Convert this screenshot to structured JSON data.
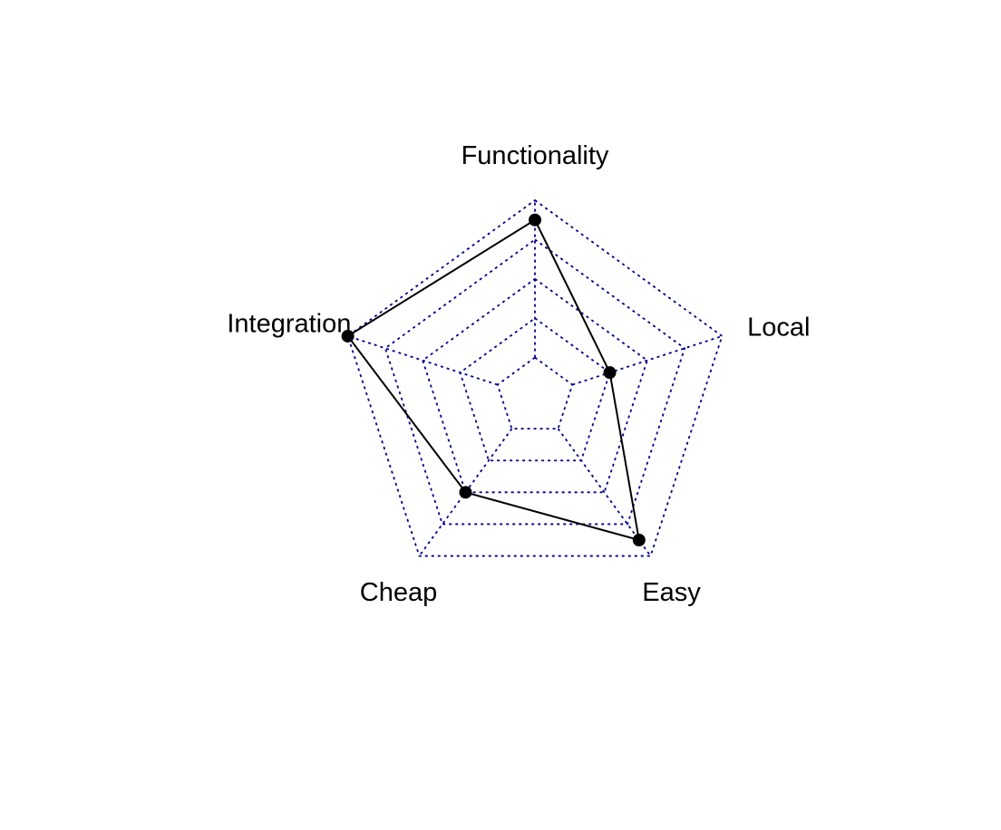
{
  "chart_data": {
    "type": "radar",
    "axes": [
      "Functionality",
      "Local",
      "Easy",
      "Cheap",
      "Integration"
    ],
    "series": [
      {
        "values": [
          0.9,
          0.4,
          0.9,
          0.6,
          1.0
        ]
      }
    ],
    "range": [
      0,
      1
    ],
    "grid_levels": 5,
    "grid_style": "dotted",
    "colors": {
      "grid": "#00008b",
      "series": "#000000",
      "points": "#000000"
    }
  }
}
